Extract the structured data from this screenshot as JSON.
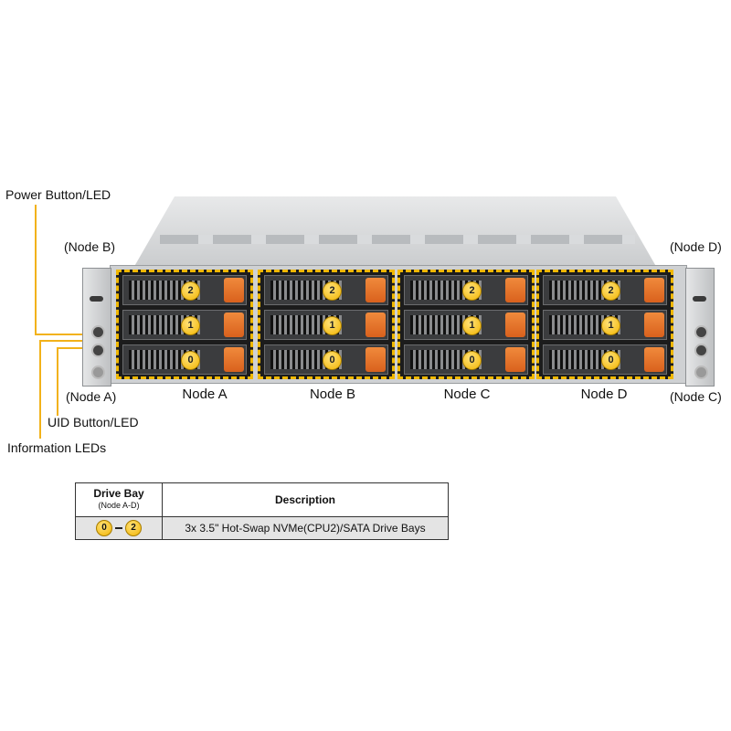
{
  "callouts": {
    "power_button": "Power Button/LED",
    "uid_button": "UID Button/LED",
    "information_leds": "Information LEDs",
    "node_b_top_left": "(Node B)",
    "node_a_bottom_left": "(Node A)",
    "node_d_top_right": "(Node D)",
    "node_c_bottom_right": "(Node C)"
  },
  "nodes": [
    {
      "label": "Node A",
      "bays": [
        "2",
        "1",
        "0"
      ]
    },
    {
      "label": "Node B",
      "bays": [
        "2",
        "1",
        "0"
      ]
    },
    {
      "label": "Node C",
      "bays": [
        "2",
        "1",
        "0"
      ]
    },
    {
      "label": "Node D",
      "bays": [
        "2",
        "1",
        "0"
      ]
    }
  ],
  "legend_table": {
    "header_drive_bay": "Drive Bay",
    "header_drive_bay_sub": "(Node A-D)",
    "header_description": "Description",
    "row": {
      "bay_start": "0",
      "bay_end": "2",
      "description": "3x 3.5\" Hot-Swap NVMe(CPU2)/SATA Drive Bays"
    }
  },
  "colors": {
    "callout_line": "#f2b21a",
    "bay_badge": "#f2b400",
    "tray_latch": "#e8742a",
    "node_outline": "#f0b800"
  }
}
